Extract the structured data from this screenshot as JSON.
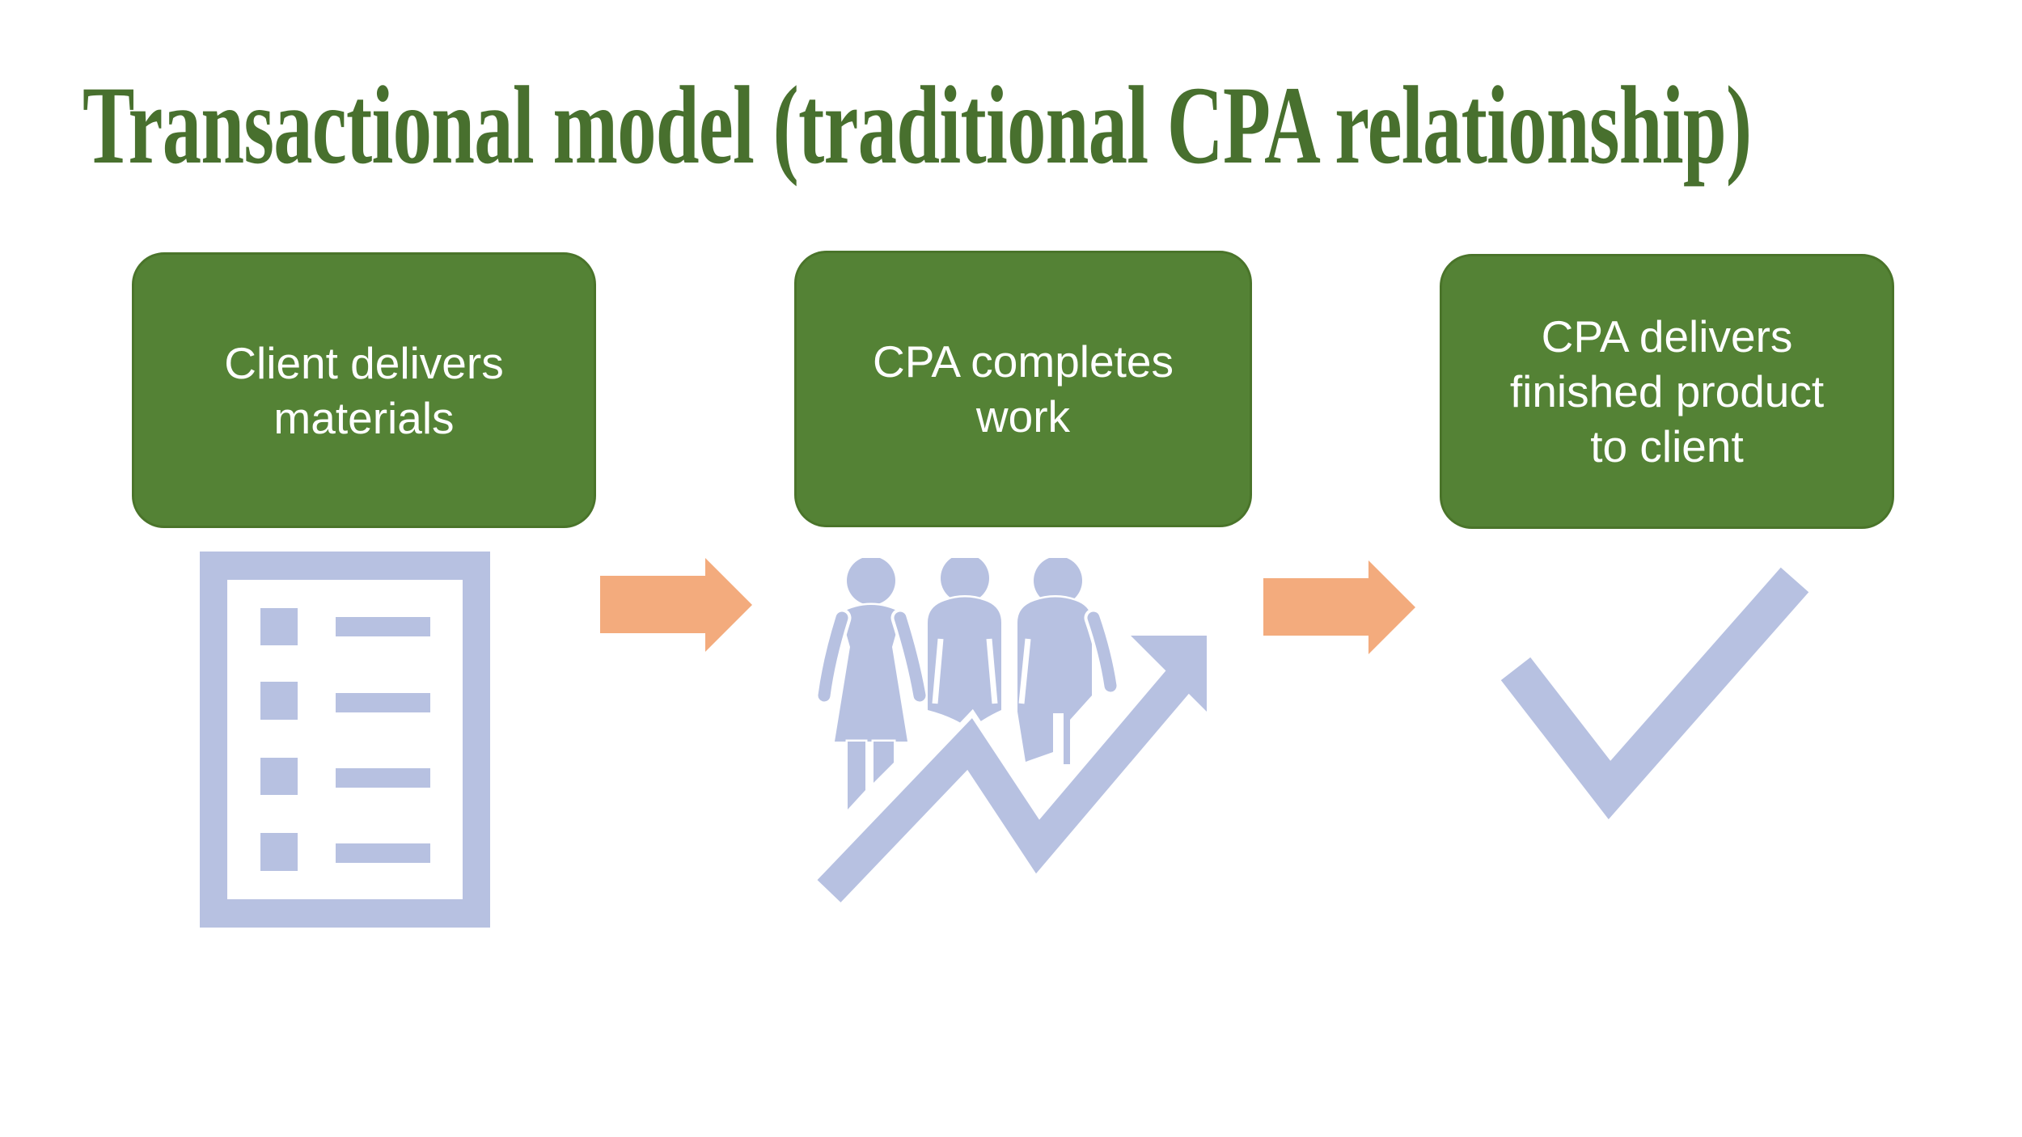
{
  "slide": {
    "title": "Transactional model (traditional CPA relationship)",
    "colors": {
      "page_bg": "#ffffff",
      "title_green": "#48702e",
      "box_green": "#548235",
      "box_border": "#4a742a",
      "box_text": "#ffffff",
      "icon_periwinkle": "#b7c1e1",
      "arrow_orange": "#f3ab7d"
    },
    "steps": [
      {
        "label": "Client delivers materials",
        "lines": [
          "Client delivers",
          "materials"
        ],
        "icon": "checklist-document-icon"
      },
      {
        "label": "CPA completes work",
        "lines": [
          "CPA completes",
          "work"
        ],
        "icon": "team-growth-chart-icon"
      },
      {
        "label": "CPA delivers finished product to client",
        "lines": [
          "CPA delivers",
          "finished product",
          "to client"
        ],
        "icon": "checkmark-icon"
      }
    ],
    "connectors": [
      {
        "icon": "right-block-arrow"
      },
      {
        "icon": "right-block-arrow"
      }
    ]
  }
}
